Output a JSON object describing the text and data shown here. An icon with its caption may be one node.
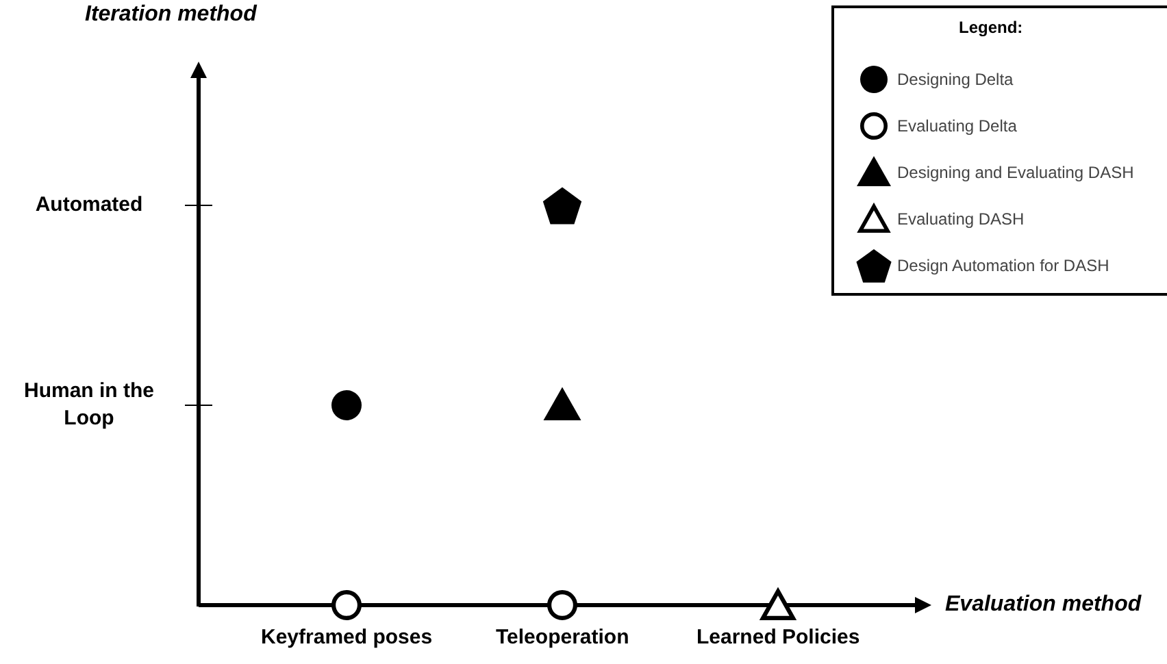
{
  "diagram": {
    "labels": [
      "Iteration method",
      "Legend:",
      "Automated",
      "Human in the Loop",
      "Evaluation method",
      "Keyframed poses",
      "Teleoperation",
      "Learned Policies"
    ],
    "legend": [
      {
        "text": "Designing Delta"
      },
      {
        "text": "Evaluating Delta"
      },
      {
        "text": "Designing and Evaluating DASH"
      },
      {
        "text": "Evaluating DASH"
      },
      {
        "text": "Design Automation for DASH"
      }
    ]
  }
}
